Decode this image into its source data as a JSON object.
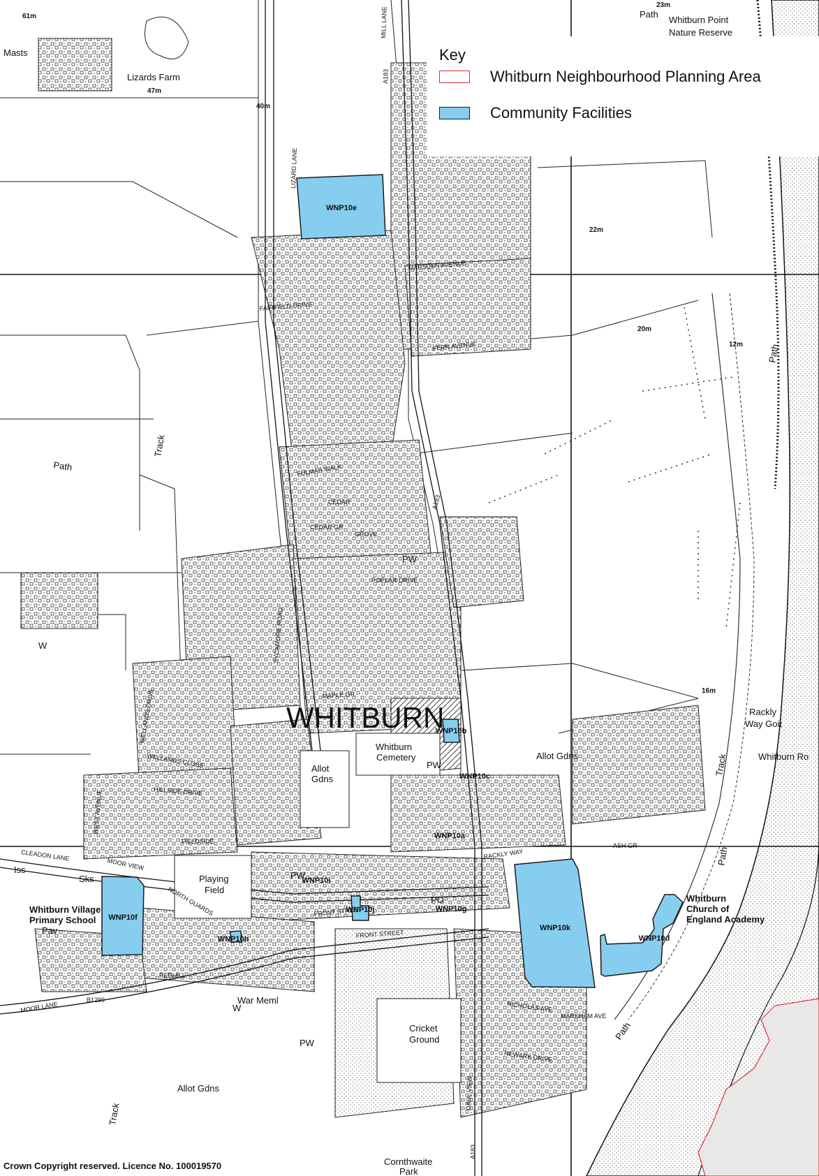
{
  "legend": {
    "title": "Key",
    "items": [
      {
        "label": "Whitburn Neighbourhood Planning Area",
        "color": "#e0303a"
      },
      {
        "label": "Community Facilities",
        "color": "#87cdf0"
      }
    ]
  },
  "facilities": [
    {
      "id": "WNP10e"
    },
    {
      "id": "WNP10b"
    },
    {
      "id": "WNP10c"
    },
    {
      "id": "WNP10a"
    },
    {
      "id": "WNP10i"
    },
    {
      "id": "WNP10j"
    },
    {
      "id": "WNP10g"
    },
    {
      "id": "WNP10h"
    },
    {
      "id": "WNP10f"
    },
    {
      "id": "WNP10k"
    },
    {
      "id": "WNP10d"
    }
  ],
  "place_names": {
    "town": "WHITBURN",
    "lizards_farm": "Lizards Farm",
    "masts": "Masts",
    "nature_reserve_1": "Whitburn Point",
    "nature_reserve_2": "Nature Reserve",
    "cemetery_1": "Whitburn",
    "cemetery_2": "Cemetery",
    "allot_1": "Allot",
    "allot_2": "Gdns",
    "allot_gdns_east": "Allot Gdns",
    "allot_gdns_south": "Allot Gdns",
    "playing_1": "Playing",
    "playing_2": "Field",
    "cricket_1": "Cricket",
    "cricket_2": "Ground",
    "school_1": "Whitburn Village",
    "school_2": "Primary School",
    "pav": "Pav",
    "academy_1": "Whitburn",
    "academy_2": "Church of",
    "academy_3": "England Academy",
    "rackly_1": "Rackly",
    "rackly_2": "Way Goit",
    "whitburn_ro": "Whitburn Ro",
    "cornthwaite_1": "Cornthwaite",
    "cornthwaite_2": "Park",
    "war_meml": "War Meml",
    "iss": "Iss",
    "sks": "Sks",
    "po": "PO",
    "pw_1": "PW",
    "pw_2": "PW",
    "pw_3": "PW",
    "pw_4": "PW",
    "w_1": "W",
    "w_2": "W",
    "path_1": "Path",
    "path_2": "Path",
    "path_3": "Path",
    "path_4": "Path",
    "path_5": "Path",
    "track_1": "Track",
    "track_2": "Track",
    "track_3": "Track"
  },
  "heights": {
    "h61": "61m",
    "h47": "47m",
    "h40": "40m",
    "h23": "23m",
    "h22": "22m",
    "h20": "20m",
    "h12": "12m",
    "h16": "16m"
  },
  "streets": {
    "mill_lane": "MILL LANE",
    "lizard_lane": "LIZARD LANE",
    "a183_1": "A183",
    "a183_2": "A183",
    "a183_3": "A183",
    "marsden_avenue": "MARSDEN AVENUE",
    "fairfield_drive": "FAIRFIELD DRIVE",
    "fern_avenue": "FERN AVENUE",
    "fulmar_walk": "FULMAR WALK",
    "cedar": "CEDAR",
    "cedar_grove": "CEDAR GR",
    "grove": "GROVE",
    "poplar_drive": "POPLAR DRIVE",
    "sycamore_road": "SYCAMORE ROAD",
    "maple_gr": "MAPLE GR",
    "wellands_close": "WELLANDS CLOSE",
    "wellands_drive": "WELLANDS DRIVE",
    "west_avenue": "WEST AVENUE",
    "hillside_drive": "HILLSIDE DRIVE",
    "fieldside": "FIELDSIDE",
    "cleadon_lane": "CLEADON LANE",
    "moor_view": "MOOR VIEW",
    "north_guards": "NORTH GUARDS",
    "front_street_1": "FRONT STREET",
    "front_street_2": "FRONT STREET",
    "redhill": "REDHILL",
    "moor_lane": "MOOR LANE",
    "b1299": "B1299",
    "rackly_way": "RACKLY WAY",
    "ash_gr": "ASH GR",
    "nicholas_ave": "NICHOLAS AVE",
    "markham_ave": "MARKHAM AVE",
    "newark_drive": "NEWARK DRIVE",
    "dahl_view": "DAHL VIEW"
  },
  "copyright": "Crown Copyright reserved. Licence No. 100019570"
}
